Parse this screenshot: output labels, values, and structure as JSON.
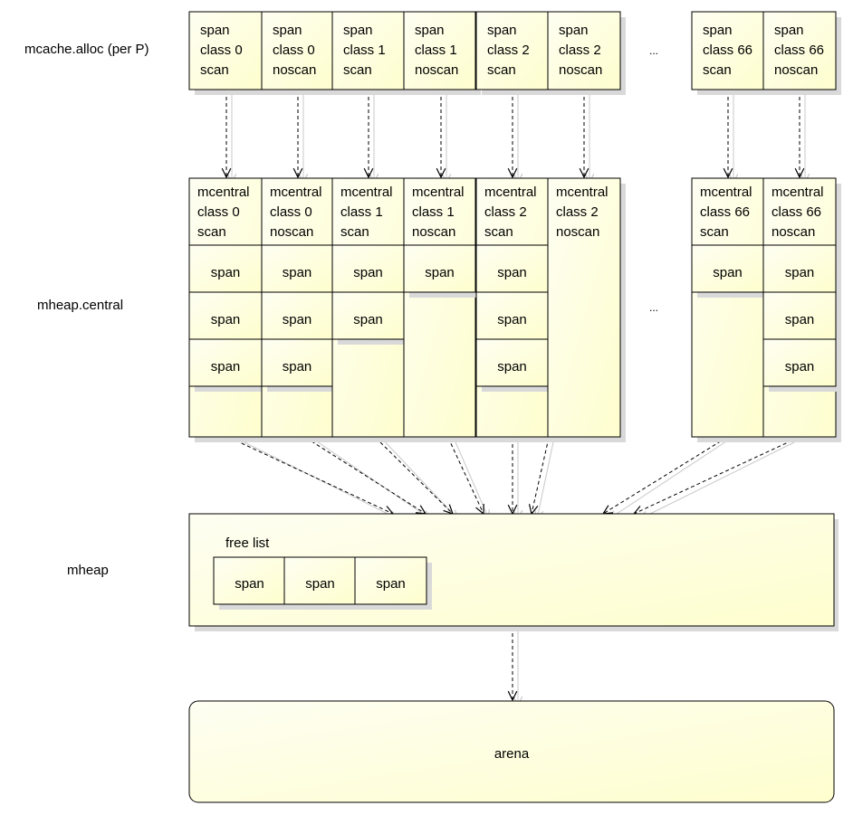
{
  "row_labels": {
    "mcache": "mcache.alloc (per P)",
    "mcentral": "mheap.central",
    "mheap": "mheap"
  },
  "ellipsis": "...",
  "mcache_spans": [
    [
      "span",
      "class 0",
      "scan"
    ],
    [
      "span",
      "class 0",
      "noscan"
    ],
    [
      "span",
      "class 1",
      "scan"
    ],
    [
      "span",
      "class 1",
      "noscan"
    ],
    [
      "span",
      "class 2",
      "scan"
    ],
    [
      "span",
      "class 2",
      "noscan"
    ],
    [
      "span",
      "class 66",
      "scan"
    ],
    [
      "span",
      "class 66",
      "noscan"
    ]
  ],
  "mcentral": [
    {
      "label": [
        "mcentral",
        "class 0",
        "scan"
      ],
      "spans": [
        "span",
        "span",
        "span"
      ]
    },
    {
      "label": [
        "mcentral",
        "class 0",
        "noscan"
      ],
      "spans": [
        "span",
        "span",
        "span"
      ]
    },
    {
      "label": [
        "mcentral",
        "class 1",
        "scan"
      ],
      "spans": [
        "span",
        "span"
      ]
    },
    {
      "label": [
        "mcentral",
        "class 1",
        "noscan"
      ],
      "spans": [
        "span"
      ]
    },
    {
      "label": [
        "mcentral",
        "class 2",
        "scan"
      ],
      "spans": [
        "span",
        "span",
        "span"
      ]
    },
    {
      "label": [
        "mcentral",
        "class 2",
        "noscan"
      ],
      "spans": []
    },
    {
      "label": [
        "mcentral",
        "class 66",
        "scan"
      ],
      "spans": [
        "span"
      ]
    },
    {
      "label": [
        "mcentral",
        "class 66",
        "noscan"
      ],
      "spans": [
        "span",
        "span",
        "span"
      ]
    }
  ],
  "mheap": {
    "free_list_label": "free list",
    "free_spans": [
      "span",
      "span",
      "span"
    ]
  },
  "arena_label": "arena",
  "colors": {
    "fill_start": "#fefef2",
    "fill_end": "#fefece",
    "stroke": "#000000",
    "shadow": "#d9d9d9"
  }
}
